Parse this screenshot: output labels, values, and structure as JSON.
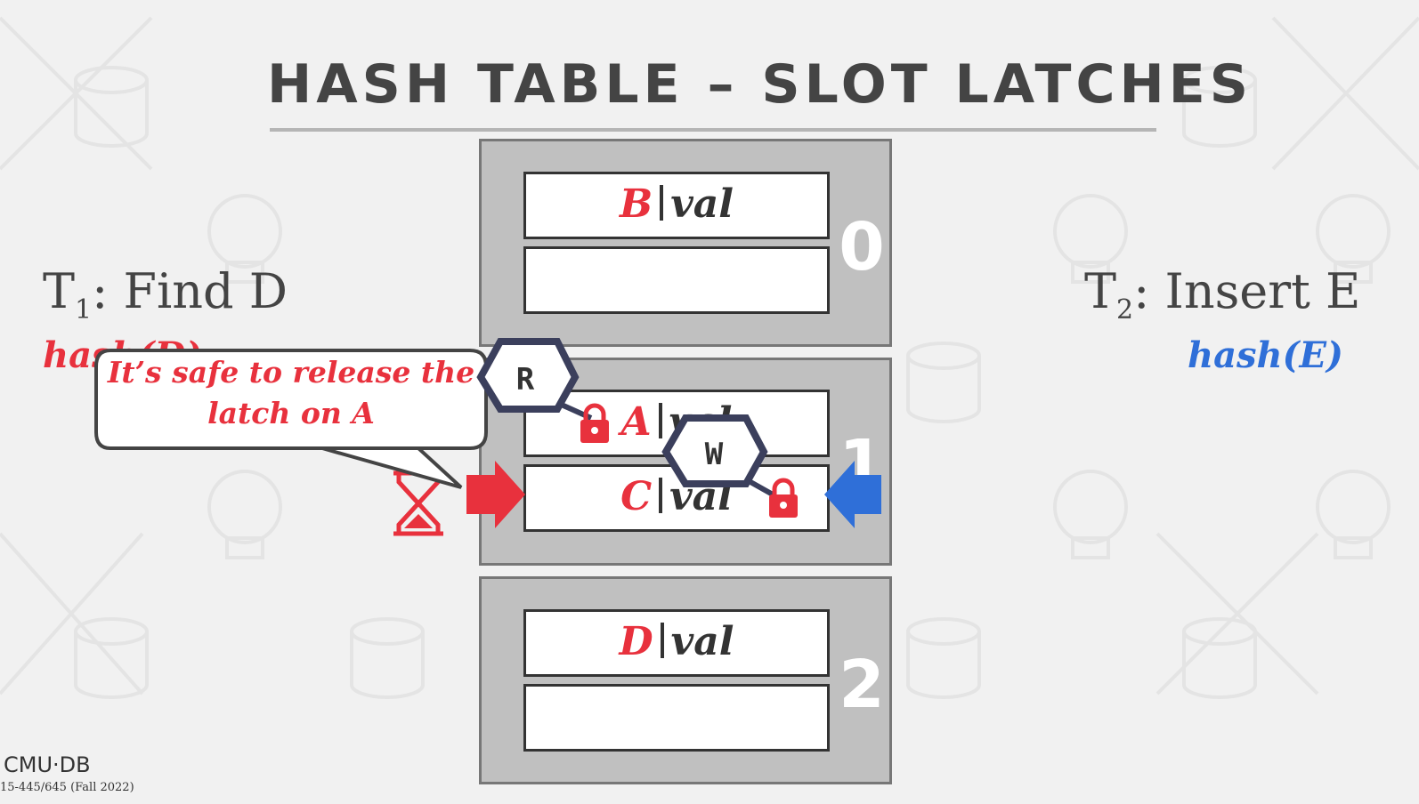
{
  "title": "HASH TABLE – SLOT LATCHES",
  "buckets": [
    {
      "index": "0",
      "slots": [
        {
          "key": "B",
          "value": "val"
        },
        {
          "key": "",
          "value": ""
        }
      ]
    },
    {
      "index": "1",
      "slots": [
        {
          "key": "A",
          "value": "val"
        },
        {
          "key": "C",
          "value": "val"
        }
      ]
    },
    {
      "index": "2",
      "slots": [
        {
          "key": "D",
          "value": "val"
        },
        {
          "key": "",
          "value": ""
        }
      ]
    }
  ],
  "t1": {
    "name": "T",
    "sub": "1",
    "action": ": Find D",
    "hash": "hash(D)",
    "color": "#e8313d"
  },
  "t2": {
    "name": "T",
    "sub": "2",
    "action": ": Insert E",
    "hash": "hash(E)",
    "color": "#2f6fd8"
  },
  "callout": {
    "text": "It’s safe to release the latch on A"
  },
  "latches": {
    "read": "R",
    "write": "W"
  },
  "icons": {
    "lock": "lock-icon",
    "hourglass": "hourglass-icon",
    "arrow": "arrow-icon"
  },
  "footer": {
    "logo": "CMU·DB",
    "course": "15-445/645 (Fall 2022)"
  },
  "colors": {
    "red": "#e8313d",
    "blue": "#2f6fd8",
    "latch_border": "#3b3f5c"
  }
}
